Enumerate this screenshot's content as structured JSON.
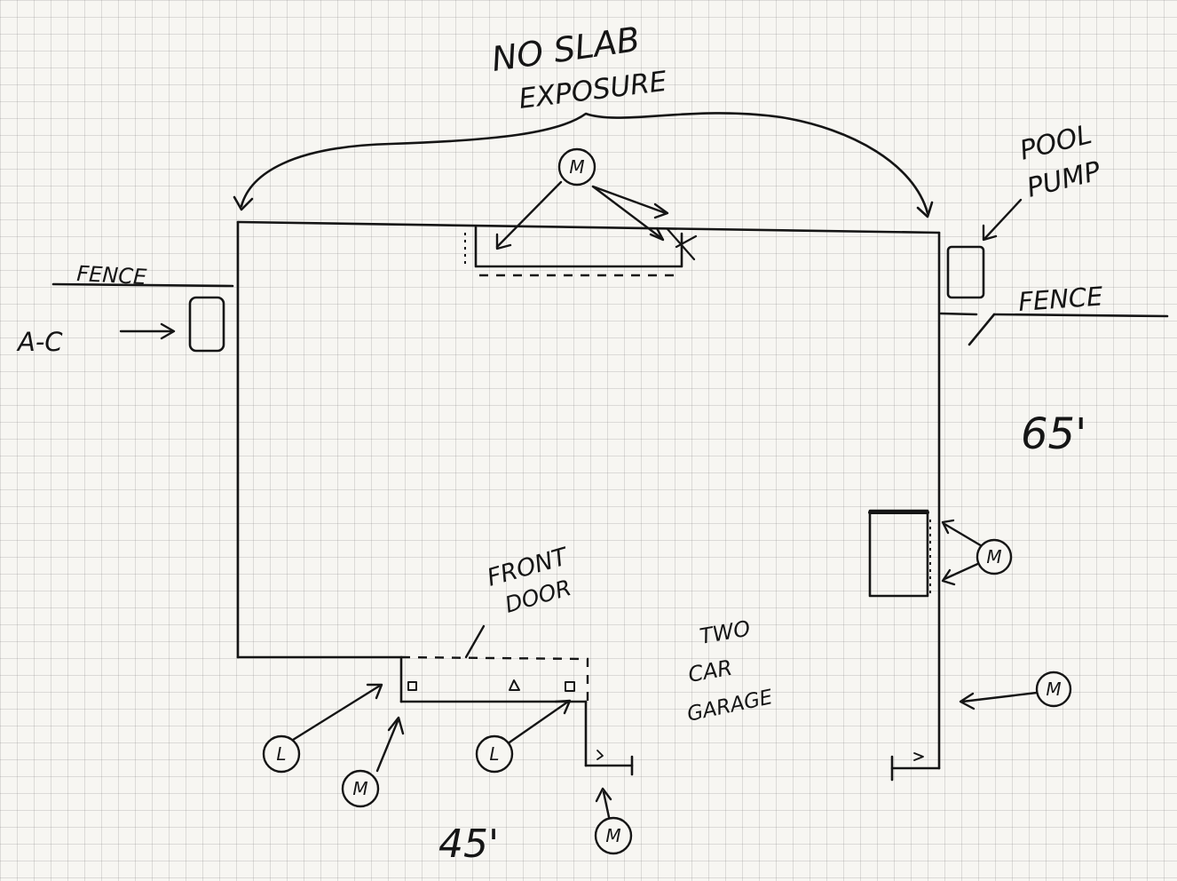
{
  "labels": {
    "no_slab": "NO SLAB",
    "exposure": "EXPOSURE",
    "pool": "POOL",
    "pump": "PUMP",
    "fence_left": "FENCE",
    "fence_right": "FENCE",
    "ac": "A-C",
    "front": "FRONT",
    "door": "DOOR",
    "two": "TWO",
    "car": "CAR",
    "garage": "GARAGE",
    "dim_width": "45'",
    "dim_depth": "65'"
  },
  "markers": {
    "moisture": "M",
    "leak": "L"
  },
  "colors": {
    "ink": "#151515",
    "paper": "#f7f6f2",
    "grid": "#bdbdbd"
  }
}
